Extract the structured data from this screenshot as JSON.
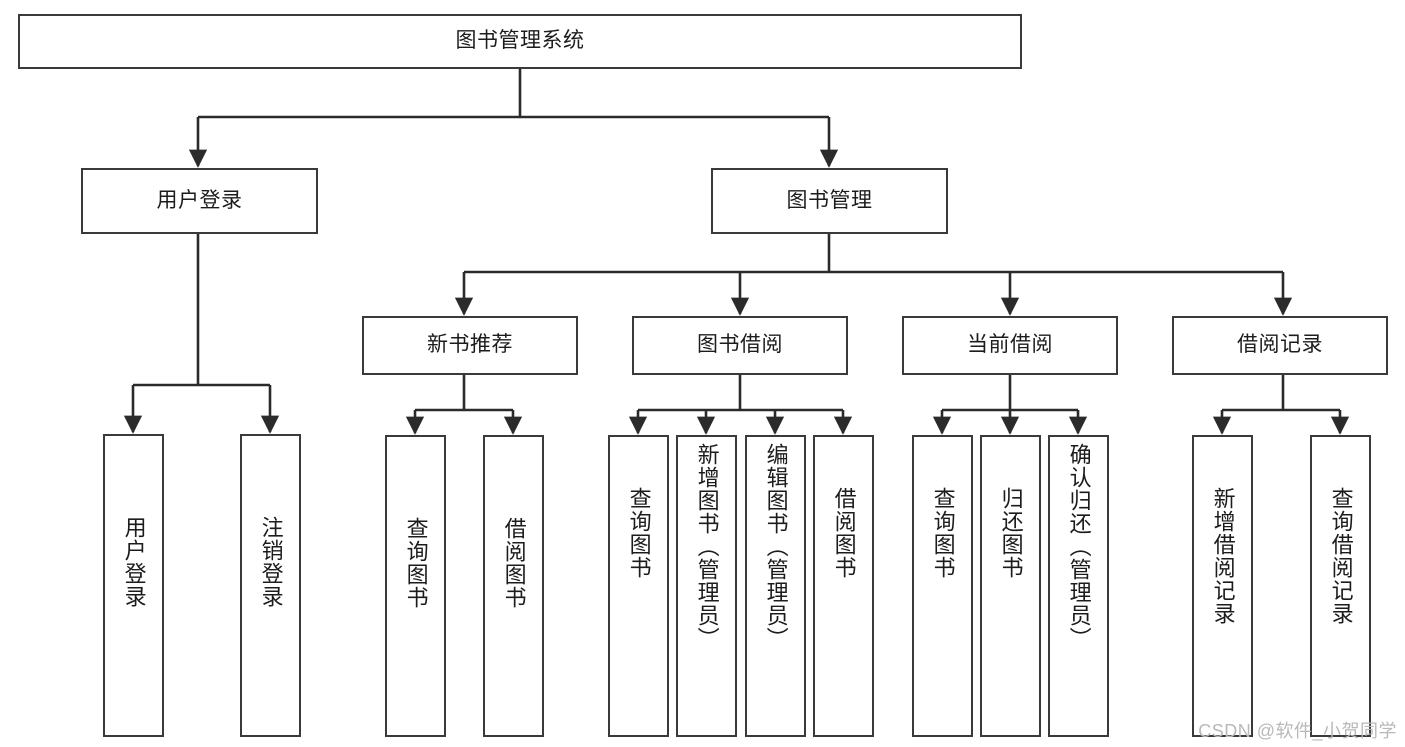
{
  "diagram": {
    "type": "tree",
    "title": "图书管理系统",
    "watermark": "CSDN @软件_小贺同学",
    "colors": {
      "box_border": "#3a3a3a",
      "box_fill": "#ffffff",
      "connector": "#2b2b2b",
      "text": "#1c1c1c",
      "watermark": "#b9b9b9",
      "background": "#ffffff"
    },
    "root": {
      "label": "图书管理系统"
    },
    "level2": [
      {
        "label": "用户登录"
      },
      {
        "label": "图书管理"
      }
    ],
    "level3": [
      {
        "label": "新书推荐"
      },
      {
        "label": "图书借阅"
      },
      {
        "label": "当前借阅"
      },
      {
        "label": "借阅记录"
      }
    ],
    "leaves": {
      "user_login": [
        {
          "label": "用户登录"
        },
        {
          "label": "注销登录"
        }
      ],
      "new_book_recommend": [
        {
          "label": "查询图书"
        },
        {
          "label": "借阅图书"
        }
      ],
      "book_borrow": [
        {
          "label": "查询图书"
        },
        {
          "label": "新增图书（管理员）"
        },
        {
          "label": "编辑图书（管理员）"
        },
        {
          "label": "借阅图书"
        }
      ],
      "current_borrow": [
        {
          "label": "查询图书"
        },
        {
          "label": "归还图书"
        },
        {
          "label": "确认归还（管理员）"
        }
      ],
      "borrow_record": [
        {
          "label": "新增借阅记录"
        },
        {
          "label": "查询借阅记录"
        }
      ]
    }
  }
}
